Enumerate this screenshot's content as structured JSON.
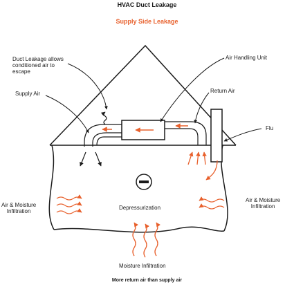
{
  "diagram": {
    "title": "HVAC Duct Leakage",
    "subtitle": "Supply Side Leakage",
    "caption": "More return air than supply air",
    "labels": {
      "duct_leakage": "Duct Leakage allows\nconditioned air to\nescape",
      "air_handling_unit": "Air Handling Unit",
      "supply_air": "Supply Air",
      "return_air": "Return Air",
      "flu": "Flu",
      "infiltration_left": "Air & Moisture\nInfiltration",
      "infiltration_right": "Air & Moisture\nInfiltration",
      "depressurization": "Depressurization",
      "moisture_infiltration": "Moisture Infiltration"
    },
    "pressure_symbol": "minus-sign",
    "colors": {
      "accent": "#e8602c",
      "line": "#1a1a1a"
    }
  }
}
